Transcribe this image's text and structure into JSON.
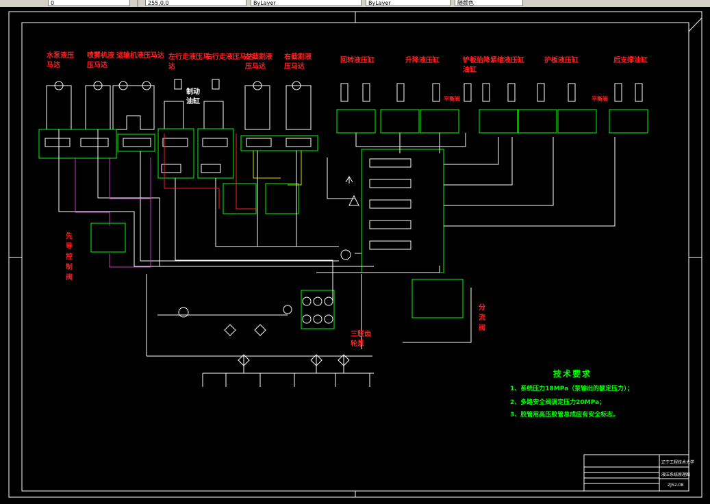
{
  "toolbar": {
    "field_layer": "0",
    "field_color": "255,0,0",
    "field_linetype": "ByLayer",
    "field_lineweight": "ByLayer",
    "field_plotstyle": "随颜色"
  },
  "labels": {
    "motor_1": [
      "水泵液压",
      "马达"
    ],
    "motor_2": [
      "喷雾机液",
      "压马达"
    ],
    "motor_3": "运输机液压马达",
    "motor_4": [
      "左行走液压马",
      "达"
    ],
    "motor_5": "右行走液压马达",
    "brake": [
      "制动",
      "油缸"
    ],
    "motor_6": [
      "左截割液",
      "压马达"
    ],
    "motor_7": [
      "右截割液",
      "压马达"
    ],
    "cyl_1": "回转液压缸",
    "cyl_2": "升降液压缸",
    "cyl_3": [
      "铲板抬降紧缩液压缸",
      "油缸"
    ],
    "cyl_4": "护板液压缸",
    "cyl_5": "后支撑油缸",
    "balance_1": "平衡阀",
    "balance_2": "平衡阀",
    "pilot_valve": "先导控制阀",
    "triple_pump": [
      "三联齿",
      "轮泵"
    ],
    "divider": "分流阀"
  },
  "requirements": {
    "title": "技术要求",
    "items": [
      "1、系统压力18MPa（泵输出的额定压力）；",
      "2、多路安全阀调定压力20MPa；",
      "3、胶管用高压胶管总成应有安全标志。"
    ]
  },
  "title_block": {
    "school": "辽宁工程技术大学",
    "drawing_name": "液压系统原理图",
    "drawing_no": "ZJ52-08"
  },
  "colors": {
    "background": "#000000",
    "lines": "#ffffff",
    "labels": "#ff2020",
    "frames": "#00ff00",
    "pilot_lines": "#c040c0",
    "yellow_lines": "#e0e000",
    "red_lines": "#ff2020",
    "requirements": "#00ff00"
  }
}
